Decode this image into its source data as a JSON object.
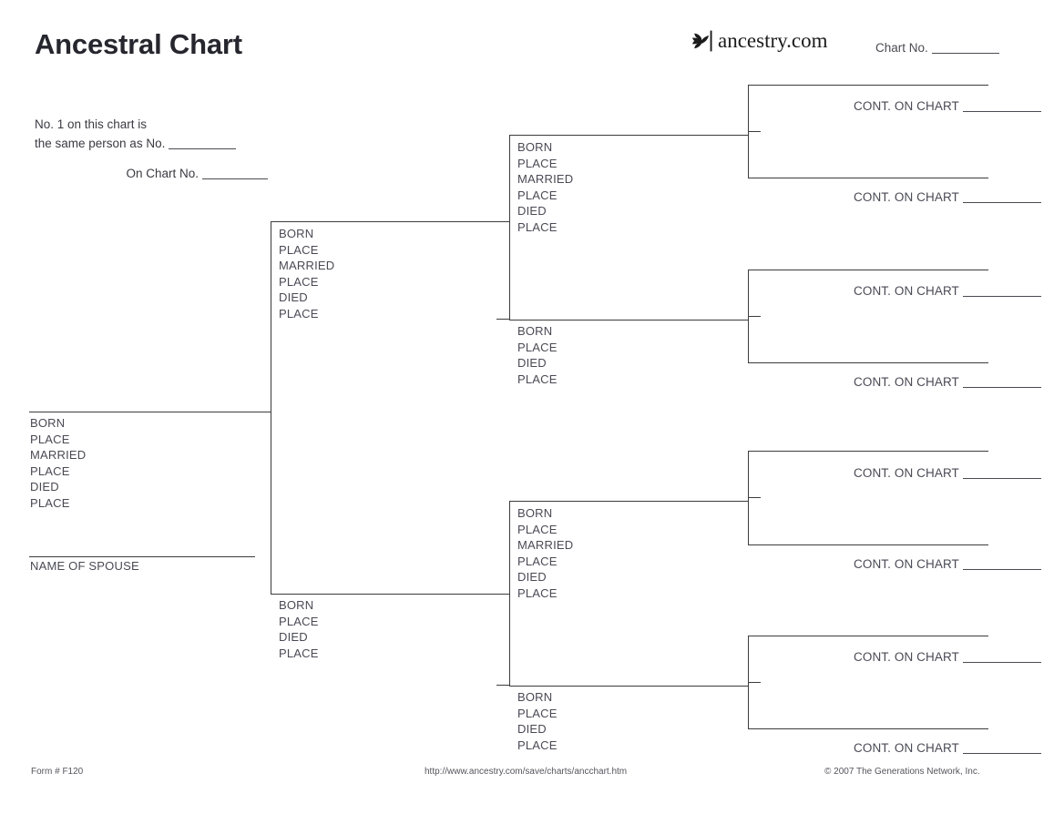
{
  "header": {
    "title": "Ancestral Chart",
    "brand_name": "ancestry.com",
    "brand_mark_icon": "ancestry-leaf-icon",
    "chart_no_label": "Chart No."
  },
  "intro": {
    "line1": "No. 1 on this chart is",
    "line2": "the same person as No.",
    "line3": "On Chart No."
  },
  "field_labels": {
    "born": "BORN",
    "place": "PLACE",
    "married": "MARRIED",
    "died": "DIED",
    "name_of_spouse": "NAME OF SPOUSE",
    "cont_on_chart": "CONT. ON CHART"
  },
  "persons": [
    {
      "id": 1,
      "generation": 1,
      "role": "self",
      "fields": [
        "BORN",
        "PLACE",
        "MARRIED",
        "PLACE",
        "DIED",
        "PLACE"
      ],
      "spouse_caption": "NAME OF SPOUSE"
    },
    {
      "id": 2,
      "generation": 2,
      "role": "father",
      "fields": [
        "BORN",
        "PLACE",
        "MARRIED",
        "PLACE",
        "DIED",
        "PLACE"
      ]
    },
    {
      "id": 3,
      "generation": 2,
      "role": "mother",
      "fields": [
        "BORN",
        "PLACE",
        "DIED",
        "PLACE"
      ]
    },
    {
      "id": 4,
      "generation": 3,
      "role": "grandfather",
      "fields": [
        "BORN",
        "PLACE",
        "MARRIED",
        "PLACE",
        "DIED",
        "PLACE"
      ]
    },
    {
      "id": 5,
      "generation": 3,
      "role": "grandmother",
      "fields": [
        "BORN",
        "PLACE",
        "DIED",
        "PLACE"
      ]
    },
    {
      "id": 6,
      "generation": 3,
      "role": "grandfather",
      "fields": [
        "BORN",
        "PLACE",
        "MARRIED",
        "PLACE",
        "DIED",
        "PLACE"
      ]
    },
    {
      "id": 7,
      "generation": 3,
      "role": "grandmother",
      "fields": [
        "BORN",
        "PLACE",
        "DIED",
        "PLACE"
      ]
    }
  ],
  "continuations": [
    {
      "id": 8,
      "label": "CONT. ON CHART"
    },
    {
      "id": 9,
      "label": "CONT. ON CHART"
    },
    {
      "id": 10,
      "label": "CONT. ON CHART"
    },
    {
      "id": 11,
      "label": "CONT. ON CHART"
    },
    {
      "id": 12,
      "label": "CONT. ON CHART"
    },
    {
      "id": 13,
      "label": "CONT. ON CHART"
    },
    {
      "id": 14,
      "label": "CONT. ON CHART"
    },
    {
      "id": 15,
      "label": "CONT. ON CHART"
    }
  ],
  "footer": {
    "form_number": "Form # F120",
    "url": "http://www.ancestry.com/save/charts/ancchart.htm",
    "copyright": "© 2007 The Generations Network, Inc."
  },
  "colors": {
    "page_background": "#ffffff",
    "title": "#26262e",
    "text": "#4a4a55",
    "rule": "#3c3c3c",
    "footer_text": "#55555d"
  }
}
